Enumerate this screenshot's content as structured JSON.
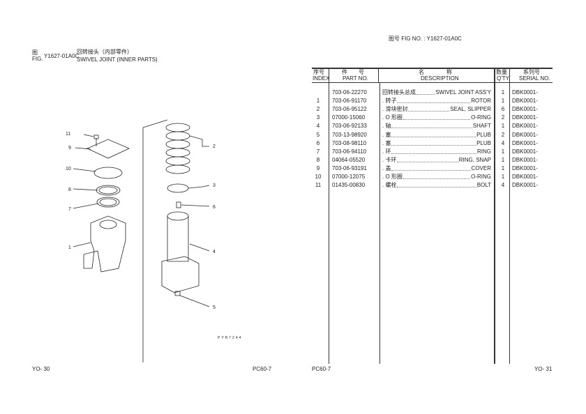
{
  "right_header": {
    "fig_cn": "图号",
    "fig_label": "FIG NO.",
    "fig_no": "Y1627-01A0C"
  },
  "left_header": {
    "fig_cn": "图",
    "fig_label": "FIG.",
    "fig_no": "Y1627-01A0C",
    "title_cn": "回转接头（内部零件）",
    "title_en": "SWIVEL JOINT (INNER PARTS)"
  },
  "table": {
    "headers": {
      "index_cn": "序号",
      "index": "INDEX",
      "part_cn": "件　　号",
      "part": "PART NO.",
      "desc_cn": "名　　　　称",
      "desc": "DESCRIPTION",
      "qty_cn": "数量",
      "qty": "Q'TY",
      "serial_cn": "系列号",
      "serial": "SERIAL NO."
    },
    "rows": [
      {
        "index": "",
        "part_no": "703-06-22270",
        "desc_cn": "回转接头总成",
        "desc_en": "SWIVEL JOINT ASS'Y",
        "qty": "1",
        "serial": "DBK0001-"
      },
      {
        "index": "1",
        "part_no": "703-06-91170",
        "desc_cn": ". 转子",
        "desc_en": "ROTOR",
        "qty": "1",
        "serial": "DBK0001-"
      },
      {
        "index": "2",
        "part_no": "703-06-95122",
        "desc_cn": ". 滑块密封",
        "desc_en": "SEAL, SLIPPER",
        "qty": "6",
        "serial": "DBK0001-"
      },
      {
        "index": "3",
        "part_no": "07000-15060",
        "desc_cn": ". O 形圈",
        "desc_en": "O-RING",
        "qty": "2",
        "serial": "DBK0001-"
      },
      {
        "index": "4",
        "part_no": "703-06-92133",
        "desc_cn": ". 轴",
        "desc_en": "SHAFT",
        "qty": "1",
        "serial": "DBK0001-"
      },
      {
        "index": "5",
        "part_no": "703-13-98920",
        "desc_cn": ". 塞",
        "desc_en": "PLUB",
        "qty": "2",
        "serial": "DBK0001-"
      },
      {
        "index": "6",
        "part_no": "703-08-98110",
        "desc_cn": ". 塞",
        "desc_en": "PLUB",
        "qty": "4",
        "serial": "DBK0001-"
      },
      {
        "index": "7",
        "part_no": "703-06-94110",
        "desc_cn": ". 环",
        "desc_en": "RING",
        "qty": "1",
        "serial": "DBK0001-"
      },
      {
        "index": "8",
        "part_no": "04064-05520",
        "desc_cn": ". 卡环",
        "desc_en": "RING, SNAP",
        "qty": "1",
        "serial": "DBK0001-"
      },
      {
        "index": "9",
        "part_no": "703-06-93191",
        "desc_cn": ". 盖",
        "desc_en": "COVER",
        "qty": "1",
        "serial": "DBK0001-"
      },
      {
        "index": "10",
        "part_no": "07000-12075",
        "desc_cn": ". O 形圈",
        "desc_en": "O-RING",
        "qty": "1",
        "serial": "DBK0001-"
      },
      {
        "index": "11",
        "part_no": "01435-00830",
        "desc_cn": ". 螺栓",
        "desc_en": "BOLT",
        "qty": "4",
        "serial": "DBK0001-"
      }
    ]
  },
  "diagram": {
    "code": "PYR7244",
    "callouts": [
      "11",
      "9",
      "10",
      "8",
      "7",
      "1",
      "2",
      "3",
      "6",
      "4",
      "5"
    ]
  },
  "footer": {
    "left_page": "YO- 30",
    "left_model": "PC60-7",
    "right_model": "PC60-7",
    "right_page": "YO- 31"
  }
}
